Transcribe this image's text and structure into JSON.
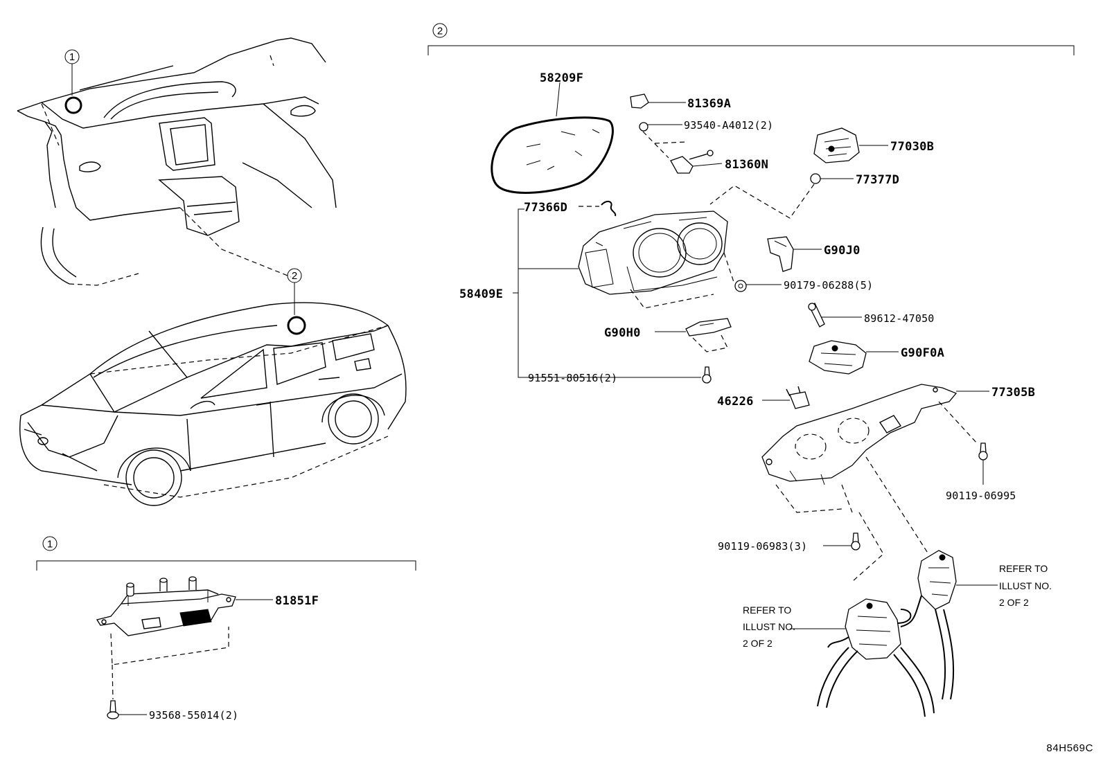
{
  "diagram": {
    "drawing_code": "84H569C",
    "callouts": {
      "one": "1",
      "two": "2"
    },
    "parts": {
      "p58209F": "58209F",
      "p81369A": "81369A",
      "p93540": "93540-A4012(2)",
      "p77030B": "77030B",
      "p81360N": "81360N",
      "p77377D": "77377D",
      "p77366D": "77366D",
      "pG90J0": "G90J0",
      "p58409E": "58409E",
      "p90179": "90179-06288(5)",
      "p89612": "89612-47050",
      "pG90H0": "G90H0",
      "pG90F0A": "G90F0A",
      "p91551": "91551-80516(2)",
      "p77305B": "77305B",
      "p46226": "46226",
      "p90119_06995": "90119-06995",
      "p90119_06983": "90119-06983(3)",
      "p81851F": "81851F",
      "p93568": "93568-55014(2)"
    },
    "notes": {
      "right": [
        "REFER TO",
        "ILLUST NO.",
        "2 OF 2"
      ],
      "left": [
        "REFER TO",
        "ILLUST NO.",
        "2 OF 2"
      ]
    }
  }
}
